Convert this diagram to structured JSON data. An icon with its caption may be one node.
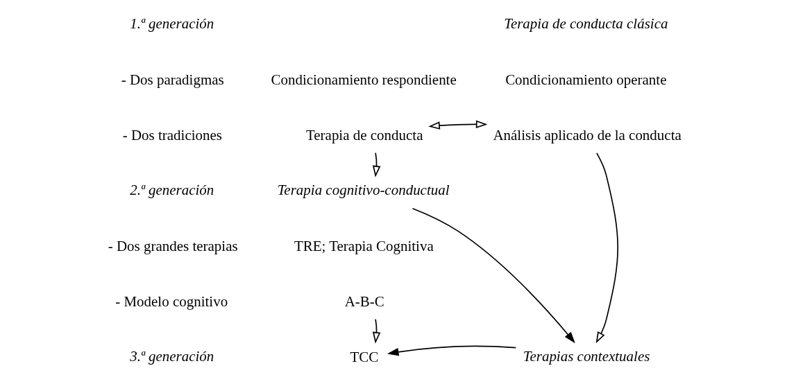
{
  "diagram": {
    "nodes": [
      {
        "text": [
          "Terapia de conducta"
        ]
      },
      {
        "text": [
          "Análisis aplicado de la conducta"
        ]
      },
      {
        "text": [
          "Terapia cognitivo-conductual"
        ]
      },
      {
        "text": [
          "A-B-C"
        ]
      },
      {
        "text": [
          "TCC"
        ]
      },
      {
        "text": [
          "Terapias contextuales"
        ]
      }
    ],
    "edges": [
      {
        "from": 0,
        "to": 1,
        "arrow": "both"
      },
      {
        "from": 0,
        "to": 2,
        "arrow": "to"
      },
      {
        "from": 2,
        "to": 5,
        "arrow": "to"
      },
      {
        "from": 1,
        "to": 5,
        "arrow": "to"
      },
      {
        "from": 3,
        "to": 4,
        "arrow": "to"
      },
      {
        "from": 5,
        "to": 4,
        "arrow": "to"
      }
    ],
    "labels": [
      "1.ª generación",
      "Terapia de conducta clásica",
      "- Dos paradigmas",
      "Condicionamiento respondiente",
      "Condicionamiento operante",
      "- Dos tradiciones",
      "2.ª generación",
      "- Dos grandes terapias",
      "TRE; Terapia Cognitiva",
      "- Modelo cognitivo",
      "3.ª generación"
    ]
  }
}
